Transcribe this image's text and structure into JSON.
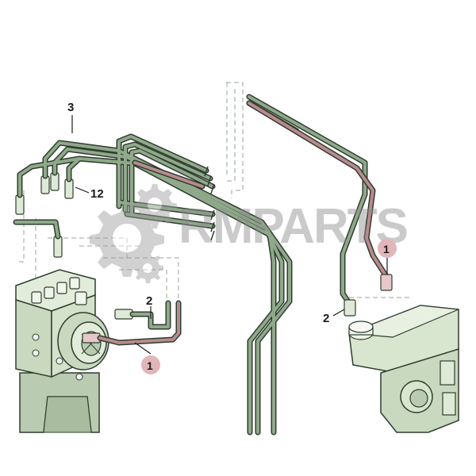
{
  "callouts": {
    "c1_left": "1",
    "c2_left": "2",
    "c3": "3",
    "c12": "12",
    "c1_right": "1",
    "c2_right": "2"
  },
  "watermark": {
    "text": "RMPARTS",
    "icon": "gear-icon"
  },
  "colors": {
    "pipe_green": "#8fa98a",
    "pipe_outline": "#2f3d2f",
    "pipe_pink": "#b98a8e",
    "part_fill": "#d8e5cf",
    "callout_pink_bg": "#e2b5bb"
  }
}
